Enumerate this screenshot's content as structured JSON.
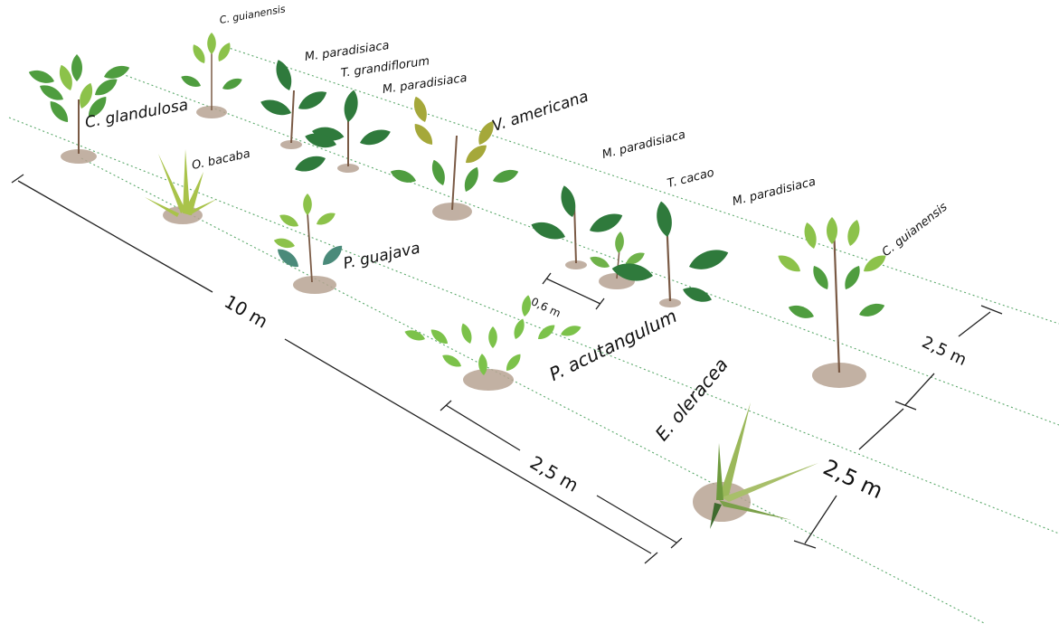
{
  "species": {
    "c_guianensis_small": "C. guianensis",
    "m_paradisiaca_a": "M. paradisiaca",
    "t_grandiflorum": "T. grandiflorum",
    "m_paradisiaca_b": "M. paradisiaca",
    "c_glandulosa": "C. glandulosa",
    "v_americana": "V. americana",
    "o_bacaba": "O. bacaba",
    "m_paradisiaca_c": "M. paradisiaca",
    "t_cacao": "T. cacao",
    "m_paradisiaca_d": "M. paradisiaca",
    "c_guianensis_large": "C. guianensis",
    "p_guajava": "P. guajava",
    "p_acutangulum": "P. acutangulum",
    "e_oleracea": "E. oleracea"
  },
  "dimensions": {
    "total_length": "10 m",
    "spacing_between": "2,5 m",
    "row_spacing_a": "2,5 m",
    "row_spacing_b": "2,5 m",
    "small_spacing": "0,6 m"
  },
  "colors": {
    "guide_line": "#5aa86a",
    "dimension_line": "#222222",
    "soil_disc": "#b7a393",
    "leaf_dark": "#2f7a3c",
    "leaf_mid": "#4f9d3f",
    "leaf_light": "#8cc24a",
    "leaf_olive": "#a5a83a",
    "stem": "#7a5a45"
  }
}
